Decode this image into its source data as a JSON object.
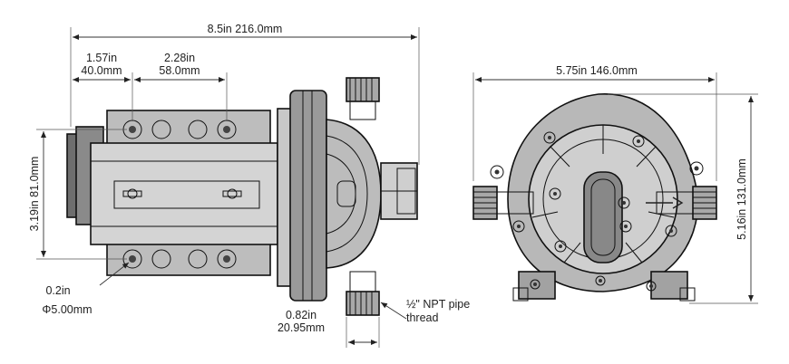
{
  "dimensions": {
    "overall_length": "8.5in 216.0mm",
    "hole_offset_in": "1.57in",
    "hole_offset_mm": "40.0mm",
    "hole_spacing_in": "2.28in",
    "hole_spacing_mm": "58.0mm",
    "mount_height": "3.19in 81.0mm",
    "hole_dia_in": "0.2in",
    "hole_dia_mm": "Φ5.00mm",
    "port_offset_in": "0.82in",
    "port_offset_mm": "20.95mm",
    "thread_line1": "½\" NPT pipe",
    "thread_line2": "thread",
    "front_width": "5.75in 146.0mm",
    "front_height": "5.16in 131.0mm"
  }
}
